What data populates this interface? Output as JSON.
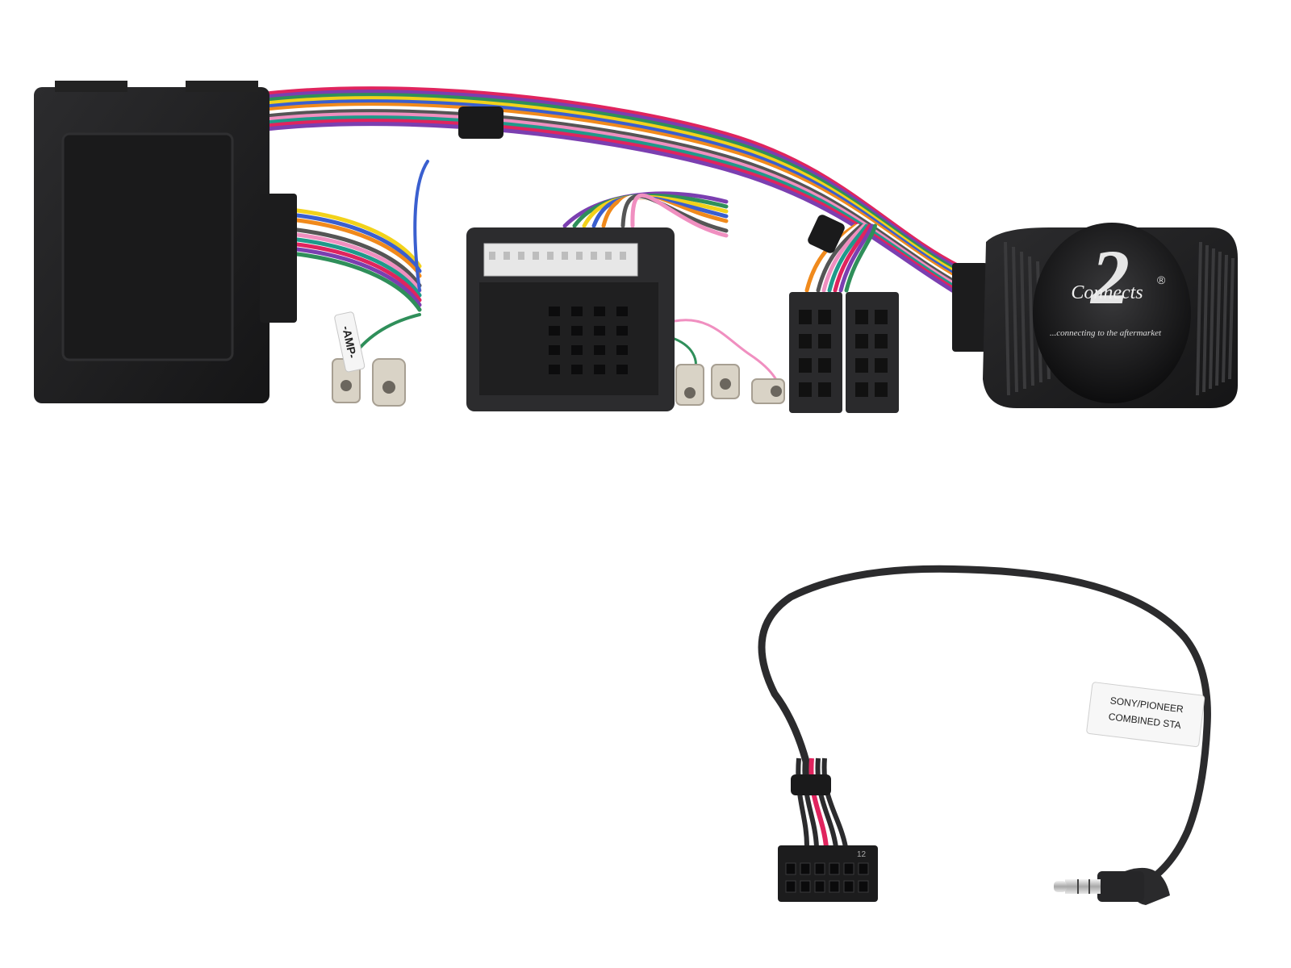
{
  "product": {
    "colors": {
      "box": "#1e1e20",
      "box_face": "#2a2a2c",
      "connector": "#2c2c2e",
      "background": "#ffffff",
      "wires": [
        "#e0245e",
        "#7b3fb0",
        "#2f8f5a",
        "#f2d21b",
        "#3a5fcf",
        "#f08a1c",
        "#ffffff",
        "#555555",
        "#f08fc0",
        "#1f9a8a"
      ]
    },
    "interface_box": {
      "logo_number": "2",
      "logo_brand": "Connects",
      "logo_registered": "®",
      "tagline": "...connecting to the aftermarket"
    },
    "harness_tags": {
      "amp_tag": "-AMP-"
    },
    "patch_lead": {
      "tag_line_1": "SONY/PIONEER",
      "tag_line_2": "COMBINED STA",
      "molex_pin_label": "12"
    }
  }
}
